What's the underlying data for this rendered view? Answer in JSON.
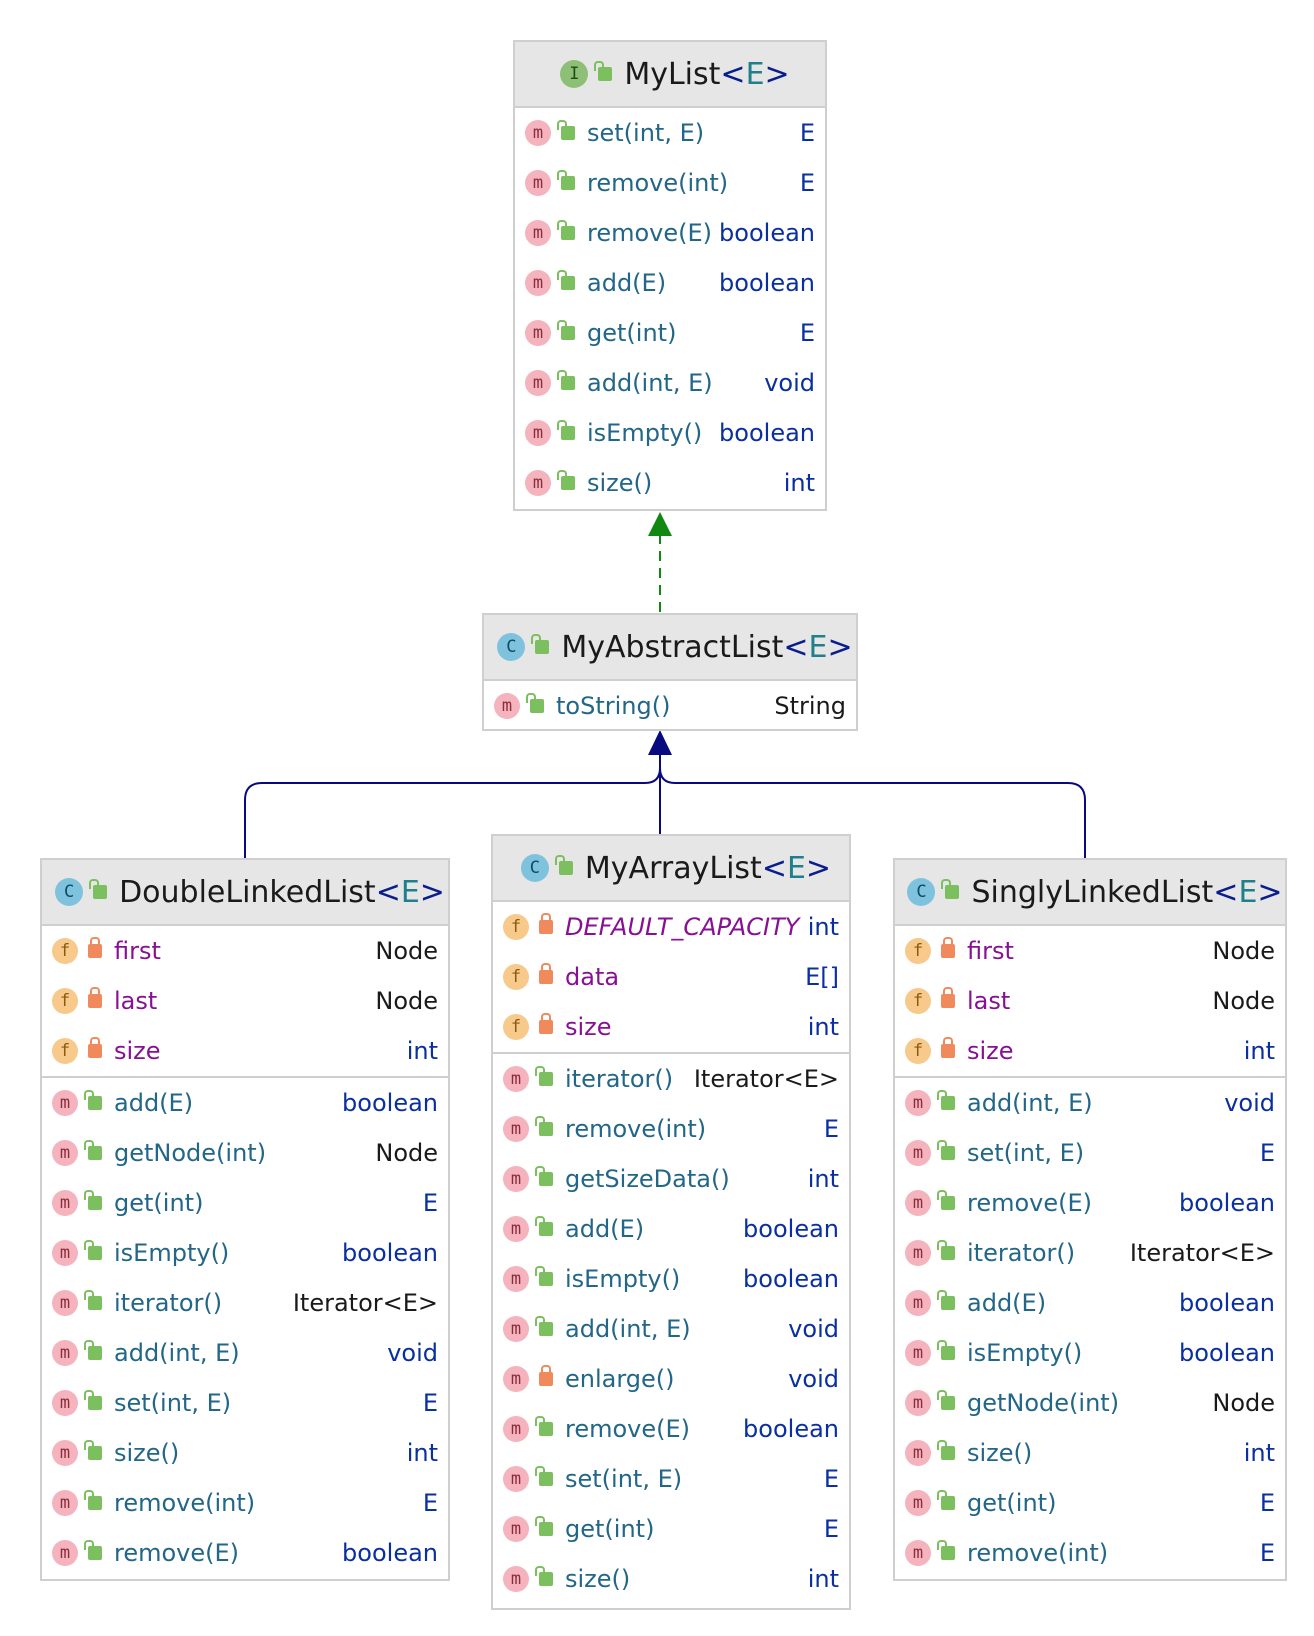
{
  "colors": {
    "implements_arrow": "#118811",
    "extends_arrow": "#0a0a80",
    "method_name": "#226688",
    "field_name": "#871094",
    "type_keyword": "#0a2fa0",
    "header_bg": "#e6e6e6"
  },
  "classes": {
    "mylist": {
      "kind": "interface",
      "kind_letter": "I",
      "name": "MyList",
      "generic": "E",
      "fields": [],
      "methods": [
        {
          "name": "set(int, E)",
          "type": "E"
        },
        {
          "name": "remove(int)",
          "type": "E"
        },
        {
          "name": "remove(E)",
          "type": "boolean"
        },
        {
          "name": "add(E)",
          "type": "boolean"
        },
        {
          "name": "get(int)",
          "type": "E"
        },
        {
          "name": "add(int, E)",
          "type": "void"
        },
        {
          "name": "isEmpty()",
          "type": "boolean"
        },
        {
          "name": "size()",
          "type": "int"
        }
      ]
    },
    "myabstractlist": {
      "kind": "class",
      "kind_letter": "C",
      "name": "MyAbstractList",
      "generic": "E",
      "fields": [],
      "methods": [
        {
          "name": "toString()",
          "type": "String"
        }
      ]
    },
    "doublelinkedlist": {
      "kind": "class",
      "kind_letter": "C",
      "name": "DoubleLinkedList",
      "generic": "E",
      "fields": [
        {
          "name": "first",
          "type": "Node"
        },
        {
          "name": "last",
          "type": "Node"
        },
        {
          "name": "size",
          "type": "int"
        }
      ],
      "methods": [
        {
          "name": "add(E)",
          "type": "boolean"
        },
        {
          "name": "getNode(int)",
          "type": "Node"
        },
        {
          "name": "get(int)",
          "type": "E"
        },
        {
          "name": "isEmpty()",
          "type": "boolean"
        },
        {
          "name": "iterator()",
          "type": "Iterator<E>"
        },
        {
          "name": "add(int, E)",
          "type": "void"
        },
        {
          "name": "set(int, E)",
          "type": "E"
        },
        {
          "name": "size()",
          "type": "int"
        },
        {
          "name": "remove(int)",
          "type": "E"
        },
        {
          "name": "remove(E)",
          "type": "boolean"
        }
      ]
    },
    "myarraylist": {
      "kind": "class",
      "kind_letter": "C",
      "name": "MyArrayList",
      "generic": "E",
      "fields": [
        {
          "name": "DEFAULT_CAPACITY",
          "type": "int"
        },
        {
          "name": "data",
          "type": "E[]"
        },
        {
          "name": "size",
          "type": "int"
        }
      ],
      "methods": [
        {
          "name": "iterator()",
          "type": "Iterator<E>"
        },
        {
          "name": "remove(int)",
          "type": "E"
        },
        {
          "name": "getSizeData()",
          "type": "int"
        },
        {
          "name": "add(E)",
          "type": "boolean"
        },
        {
          "name": "isEmpty()",
          "type": "boolean"
        },
        {
          "name": "add(int, E)",
          "type": "void"
        },
        {
          "name": "enlarge()",
          "type": "void"
        },
        {
          "name": "remove(E)",
          "type": "boolean"
        },
        {
          "name": "set(int, E)",
          "type": "E"
        },
        {
          "name": "get(int)",
          "type": "E"
        },
        {
          "name": "size()",
          "type": "int"
        }
      ]
    },
    "singlylinkedlist": {
      "kind": "class",
      "kind_letter": "C",
      "name": "SinglyLinkedList",
      "generic": "E",
      "fields": [
        {
          "name": "first",
          "type": "Node"
        },
        {
          "name": "last",
          "type": "Node"
        },
        {
          "name": "size",
          "type": "int"
        }
      ],
      "methods": [
        {
          "name": "add(int, E)",
          "type": "void"
        },
        {
          "name": "set(int, E)",
          "type": "E"
        },
        {
          "name": "remove(E)",
          "type": "boolean"
        },
        {
          "name": "iterator()",
          "type": "Iterator<E>"
        },
        {
          "name": "add(E)",
          "type": "boolean"
        },
        {
          "name": "isEmpty()",
          "type": "boolean"
        },
        {
          "name": "getNode(int)",
          "type": "Node"
        },
        {
          "name": "size()",
          "type": "int"
        },
        {
          "name": "get(int)",
          "type": "E"
        },
        {
          "name": "remove(int)",
          "type": "E"
        }
      ]
    }
  }
}
